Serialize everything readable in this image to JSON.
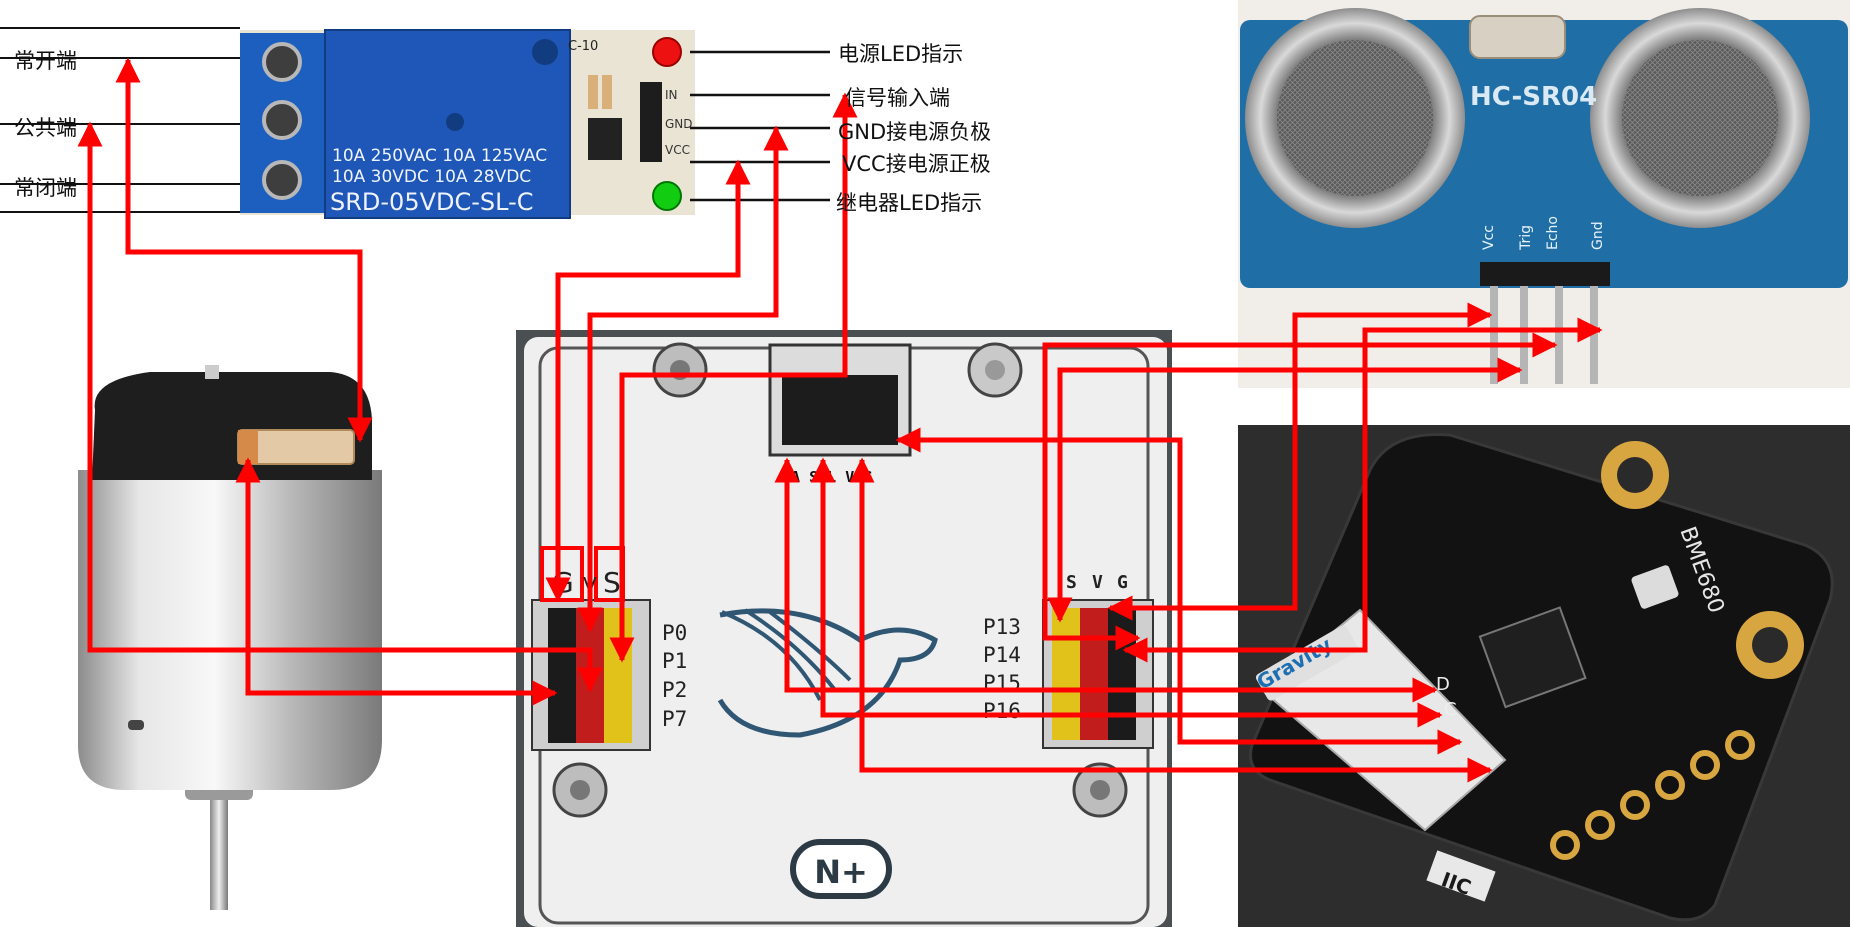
{
  "relay": {
    "left_labels": [
      "常开端",
      "公共端",
      "常闭端"
    ],
    "right_labels": [
      "电源LED指示",
      "信号输入端",
      "GND接电源负极",
      "VCC接电源正极",
      "继电器LED指示"
    ],
    "model": "SRD-05VDC-SL-C",
    "ratings": [
      "10A 250VAC  10A 125VAC",
      "10A  30VDC  10A  28VDC"
    ],
    "board_code": "C-10",
    "pin_marks": [
      "IN",
      "GND",
      "VCC"
    ]
  },
  "ultrasonic": {
    "model": "HC-SR04",
    "pins": [
      "Vcc",
      "Trig",
      "Echo",
      "Gnd"
    ]
  },
  "env_sensor": {
    "model": "BME680",
    "brand": "Gravity",
    "bus": "IIC",
    "pins": [
      "D",
      "C",
      "-",
      "+"
    ]
  },
  "controller": {
    "left_pins": [
      "P0",
      "P1",
      "P2",
      "P7"
    ],
    "right_pins": [
      "P13",
      "P14",
      "P15",
      "P16"
    ],
    "left_header": [
      "G",
      "V",
      "S"
    ],
    "right_header": [
      "S",
      "V",
      "G"
    ],
    "i2c_header": "DA SCL V G",
    "logo": "N+"
  },
  "colors": {
    "wire": "#ff0000",
    "label": "#111111"
  }
}
